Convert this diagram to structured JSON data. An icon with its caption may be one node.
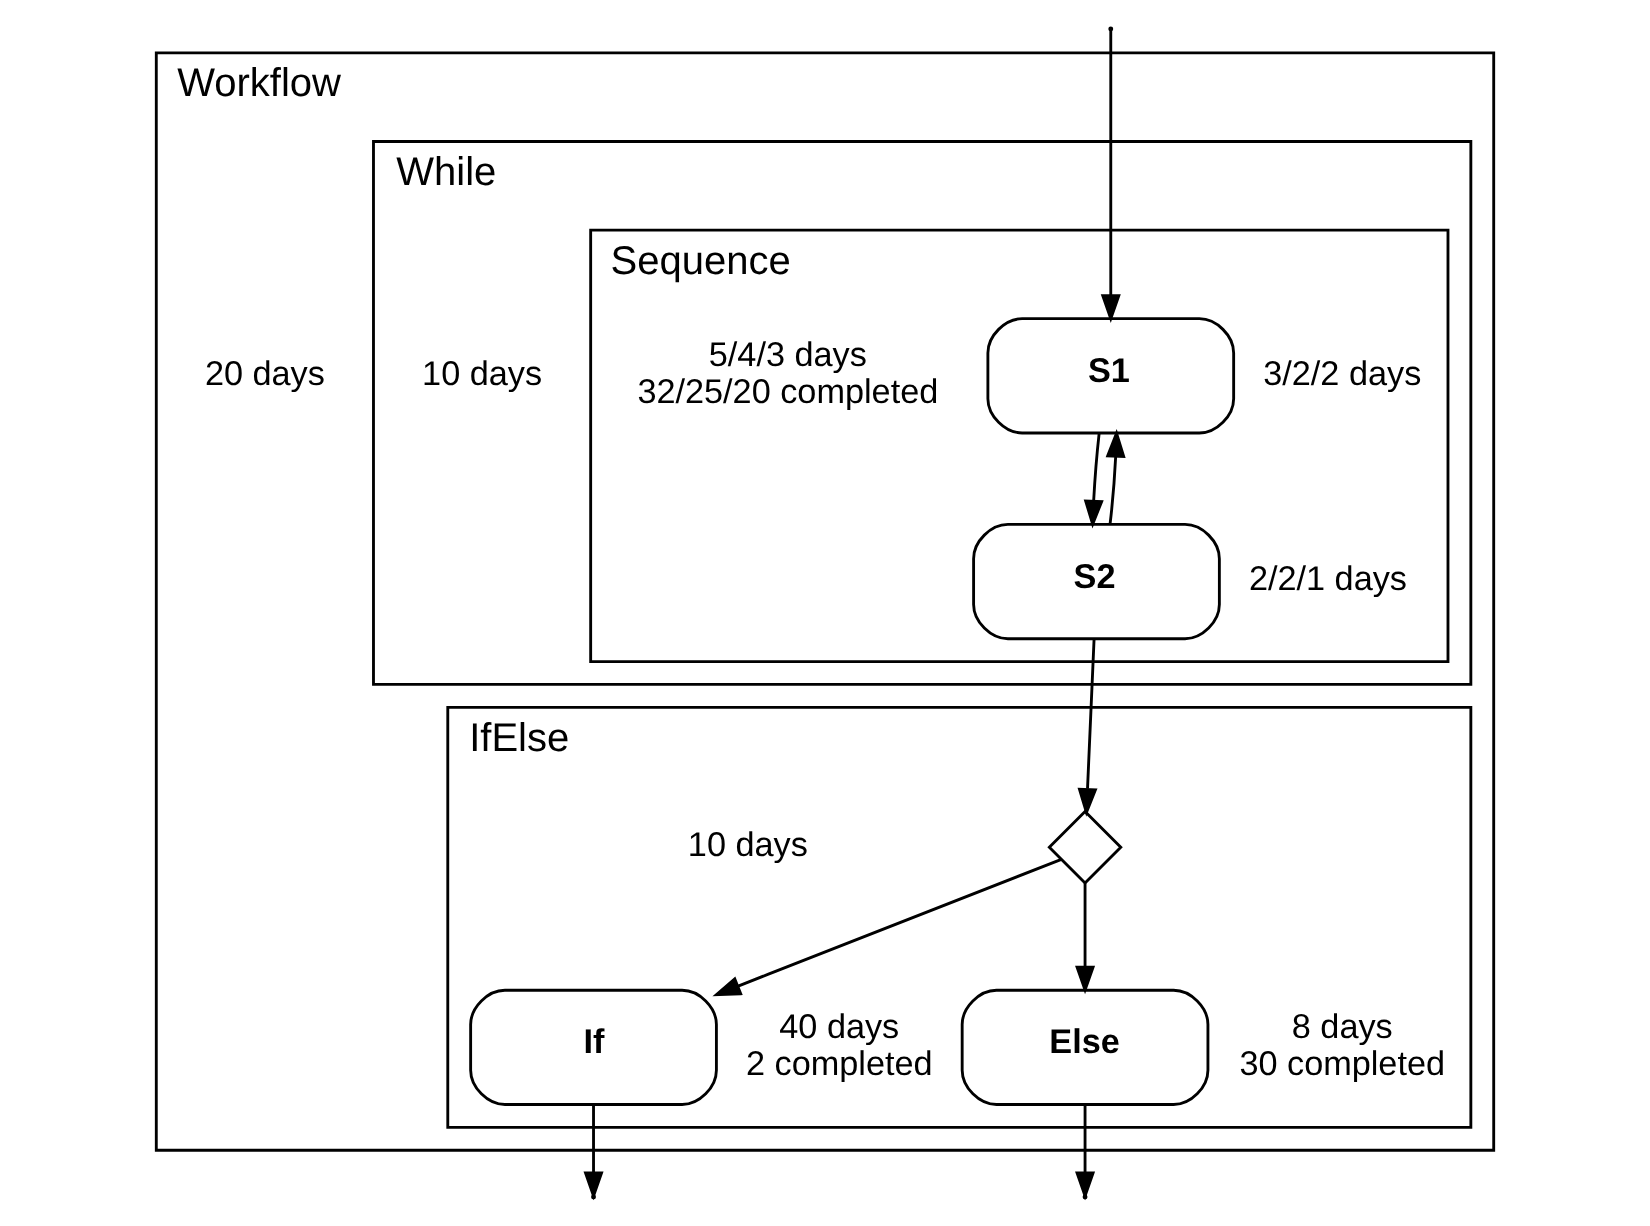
{
  "diagram": {
    "nodes": [
      {
        "text": [
          "Workflow"
        ],
        "beside": [
          "20 days"
        ]
      },
      {
        "text": [
          "While"
        ],
        "in": 0,
        "beside": [
          "10 days"
        ]
      },
      {
        "text": [
          "Sequence"
        ],
        "in": 1,
        "beside": [
          "5/4/3 days",
          "32/25/20 completed"
        ]
      },
      {
        "text": [
          "S1"
        ],
        "in": 2,
        "beside": [
          "3/2/2 days"
        ]
      },
      {
        "text": [
          "S2"
        ],
        "in": 2,
        "beside": [
          "2/2/1 days"
        ]
      },
      {
        "text": [
          "IfElse"
        ],
        "in": 0,
        "beside": [
          "10 days"
        ]
      },
      {
        "text": [],
        "shape": "diamond",
        "in": 5
      },
      {
        "text": [
          "If"
        ],
        "in": 5,
        "beside": [
          "40 days",
          "2 completed"
        ]
      },
      {
        "text": [
          "Else"
        ],
        "in": 5,
        "beside": [
          "8 days",
          "30 completed"
        ]
      }
    ],
    "edges": [
      {
        "from": null,
        "to": 3,
        "arrow": "to"
      },
      {
        "from": 3,
        "to": 4,
        "arrow": "to"
      },
      {
        "from": 4,
        "to": 3,
        "arrow": "to"
      },
      {
        "from": 4,
        "to": 6,
        "arrow": "to"
      },
      {
        "from": 6,
        "to": 7,
        "arrow": "to"
      },
      {
        "from": 6,
        "to": 8,
        "arrow": "to"
      },
      {
        "from": 7,
        "to": null,
        "arrow": "to"
      },
      {
        "from": 8,
        "to": null,
        "arrow": "to"
      }
    ]
  }
}
